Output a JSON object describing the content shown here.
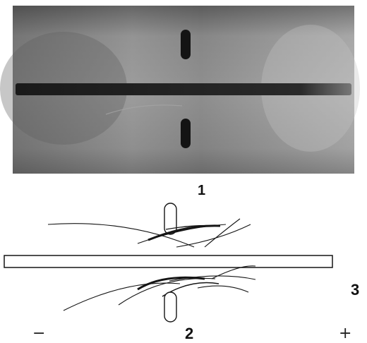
{
  "figure": {
    "labels": {
      "photo_number": "1",
      "drawing_number": "2",
      "panel_number": "3"
    },
    "poles": {
      "negative": "−",
      "positive": "+"
    },
    "colors": {
      "photo_background": "#8f8f8f",
      "photo_shade": "#4a4a4a",
      "trough": "#1f1f1f",
      "line_ink": "#151515"
    }
  }
}
